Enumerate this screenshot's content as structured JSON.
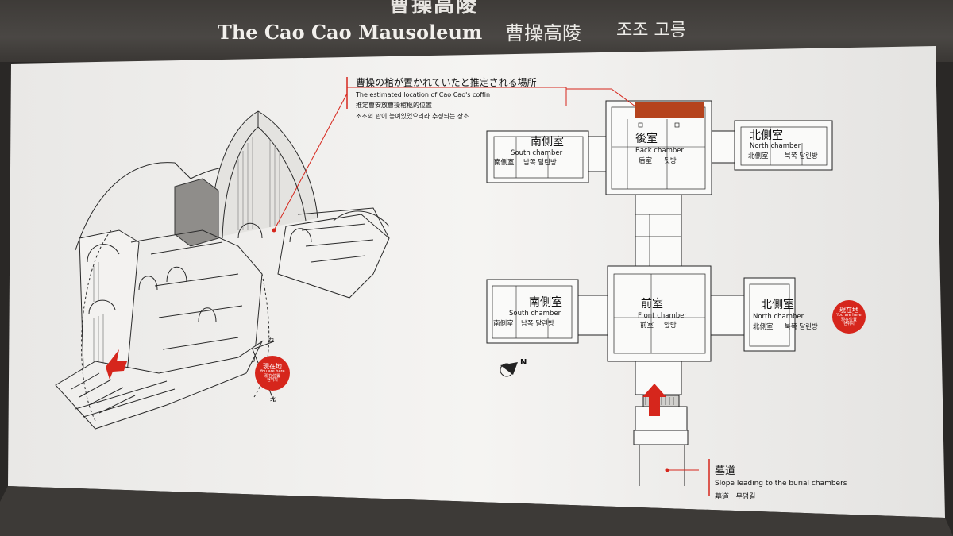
{
  "header": {
    "title_top": "曹操高陵",
    "title_en": "The Cao Cao Mausoleum",
    "title_zh": "曹操高陵",
    "title_ko": "조조 고릉"
  },
  "coffin_note": {
    "ja": "曹操の棺が置かれていたと推定される場所",
    "en": "The estimated location of Cao Cao's coffin",
    "zh": "推定曹安放曹操棺柩的位置",
    "ko": "조조의 관이 놓여있었으리라 추정되는 장소"
  },
  "chambers": {
    "back": {
      "name": "後室",
      "en": "Back chamber",
      "sub1": "后室",
      "sub2": "뒷방"
    },
    "south_upper": {
      "name": "南側室",
      "en": "South chamber",
      "sub1": "南側室",
      "sub2": "남쪽 달린방"
    },
    "north_upper": {
      "name": "北側室",
      "en": "North chamber",
      "sub1": "北側室",
      "sub2": "북쪽 달린방"
    },
    "front": {
      "name": "前室",
      "en": "Front chamber",
      "sub1": "前室",
      "sub2": "앞방"
    },
    "south_lower": {
      "name": "南側室",
      "en": "South chamber",
      "sub1": "南側室",
      "sub2": "남쪽 달린방"
    },
    "north_lower": {
      "name": "北側室",
      "en": "North chamber",
      "sub1": "北側室",
      "sub2": "북쪽 달린방"
    }
  },
  "you_are_here": {
    "ja": "現在地",
    "en": "You are here",
    "zh": "現在位置",
    "ko": "현위치"
  },
  "compass": {
    "north": "N",
    "west_3d": "西",
    "north_3d": "北"
  },
  "dromos": {
    "name": "墓道",
    "en": "Slope leading to the burial chambers",
    "zh": "墓道",
    "ko": "무덤길"
  },
  "colors": {
    "accent": "#d6261c",
    "coffin": "#b5431d",
    "panel": "#f4f3f1",
    "line": "#222222"
  }
}
